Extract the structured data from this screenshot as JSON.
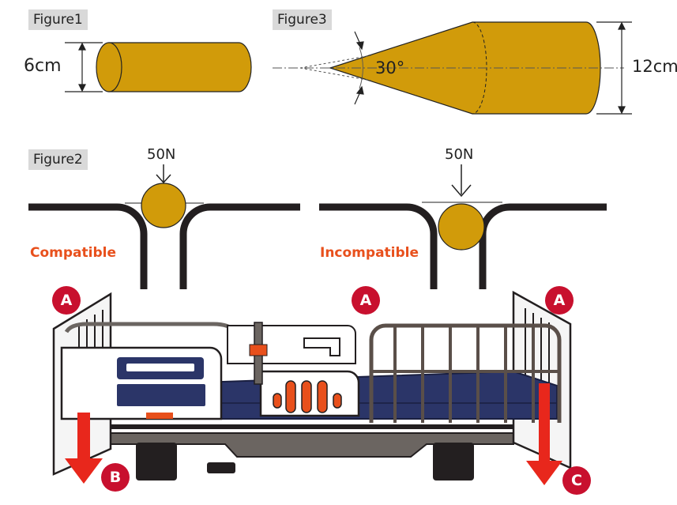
{
  "figure1": {
    "tag": "Figure1",
    "diameter": "6cm"
  },
  "figure3": {
    "tag": "Figure3",
    "angle": "30°",
    "diameter": "12cm"
  },
  "figure2": {
    "tag": "Figure2",
    "left": {
      "force": "50N",
      "status": "Compatible"
    },
    "right": {
      "force": "50N",
      "status": "Incompatible"
    }
  },
  "bed": {
    "labels": {
      "a1": "A",
      "a2": "A",
      "a3": "A",
      "b": "B",
      "c": "C"
    }
  },
  "colors": {
    "probe": "#d19b0a",
    "rail": "#231f20",
    "accent": "#e8501c",
    "badge": "#c8102e",
    "mattress": "#2b3568"
  }
}
